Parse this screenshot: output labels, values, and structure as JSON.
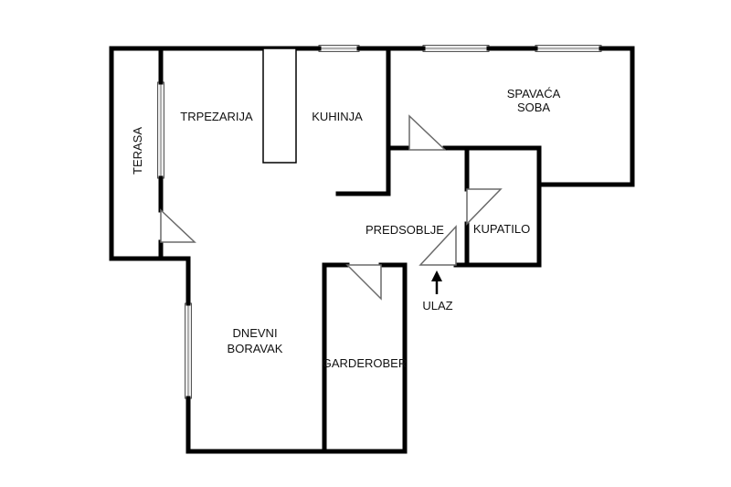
{
  "rooms": {
    "terasa": "TERASA",
    "trpezarija": "TRPEZARIJA",
    "kuhinja": "KUHINJA",
    "spavaca_line1": "SPAVAĆA",
    "spavaca_line2": "SOBA",
    "predsoblje": "PREDSOBLJE",
    "kupatilo": "KUPATILO",
    "dnevni_line1": "DNEVNI",
    "dnevni_line2": "BORAVAK",
    "garderober": "GARDEROBER"
  },
  "entrance": {
    "label": "ULAZ"
  }
}
